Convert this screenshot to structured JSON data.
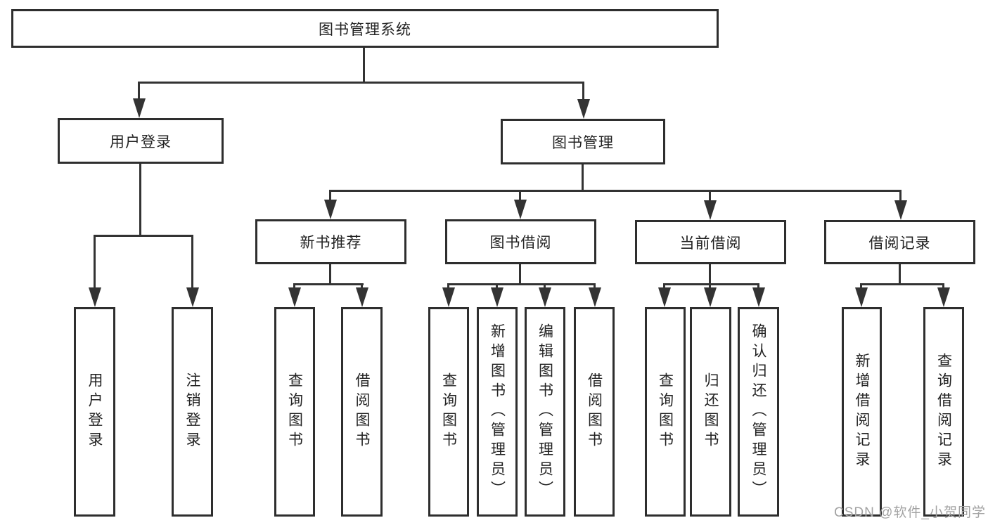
{
  "diagram": {
    "type": "hierarchy-tree",
    "title": "图书管理系统"
  },
  "nodes": {
    "root": "图书管理系统",
    "level2": {
      "user_login": "用户登录",
      "book_mgmt": "图书管理"
    },
    "level3": {
      "new_book_rec": "新书推荐",
      "book_borrow": "图书借阅",
      "current_borrow": "当前借阅",
      "borrow_records": "借阅记录"
    },
    "leaves": {
      "user_login": "用户登录",
      "logout": "注销登录",
      "nb_query": "查询图书",
      "nb_borrow": "借阅图书",
      "bb_query": "查询图书",
      "bb_add": "新增图书（管理员）",
      "bb_edit": "编辑图书（管理员）",
      "bb_borrow": "借阅图书",
      "cb_query": "查询图书",
      "cb_return": "归还图书",
      "cb_confirm": "确认归还（管理员）",
      "br_add": "新增借阅记录",
      "br_query": "查询借阅记录"
    }
  },
  "watermark": "CSDN @软件_小贺同学",
  "colors": {
    "line": "#333333",
    "box_border": "#2e2e2e",
    "text": "#222222",
    "watermark": "#a3a3a3",
    "background": "#ffffff"
  }
}
